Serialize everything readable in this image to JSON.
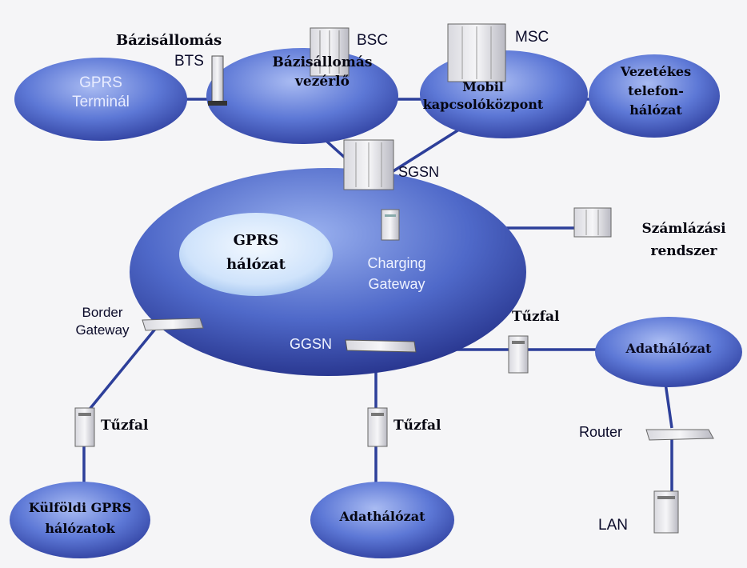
{
  "nodes": {
    "gprs_terminal": "GPRS\nTerminál",
    "bts_title": "Bázisállomás",
    "bts": "BTS",
    "bsc": "BSC",
    "bsc_title": "Bázisállomás\nvezérlő",
    "msc": "MSC",
    "msc_title": "Mobil\nkapcsolóközpont",
    "wired_network": "Vezetékes\ntelefon-\nhálózat",
    "sgsn": "SGSN",
    "gprs_network": "GPRS\nhálózat",
    "charging_gateway": "Charging\nGateway",
    "billing_system": "Számlázási\nrendszer",
    "border_gateway": "Border\nGateway",
    "ggsn": "GGSN",
    "firewall_right": "Tűzfal",
    "data_network_right": "Adathálózat",
    "firewall_left": "Tűzfal",
    "firewall_middle": "Tűzfal",
    "router": "Router",
    "foreign_networks": "Külföldi GPRS\nhálózatok",
    "data_network_bottom": "Adathálózat",
    "lan": "LAN"
  },
  "colors": {
    "ellipse_dark": "#2f3f9e",
    "ellipse_mid": "#5d78d6",
    "ellipse_light": "#8fa6ec",
    "line": "#2d3f9a",
    "center_light": "#cfe3fb"
  }
}
